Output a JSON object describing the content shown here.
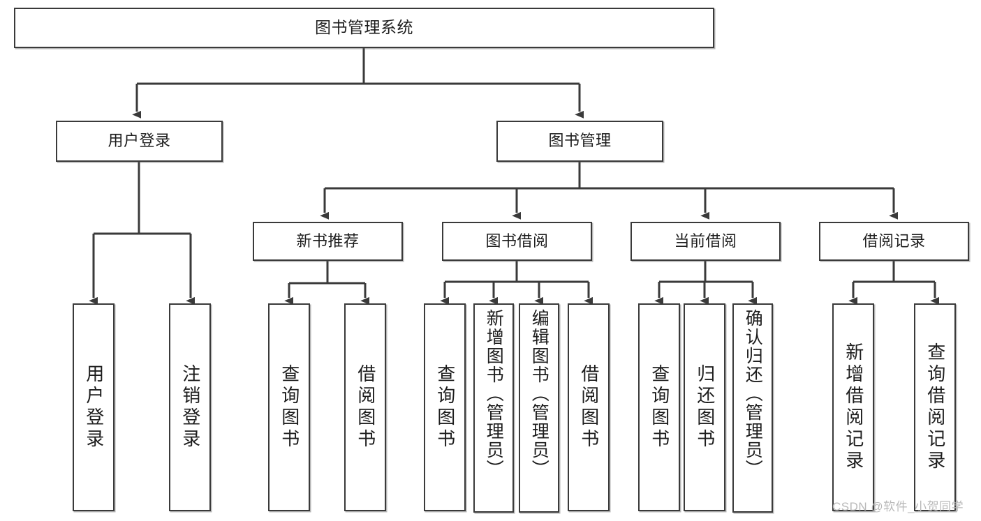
{
  "diagram": {
    "title": "图书管理系统",
    "watermark": "CSDN @软件_小贺同学",
    "stroke_color": "#3a3a3a",
    "background_color": "#ffffff",
    "text_color": "#1d1d1d",
    "watermark_color": "#b9b9b9"
  },
  "nodes": {
    "root": {
      "label": "图书管理系统"
    },
    "level1": [
      {
        "label": "用户登录"
      },
      {
        "label": "图书管理"
      }
    ],
    "level2": [
      {
        "label": "新书推荐"
      },
      {
        "label": "图书借阅"
      },
      {
        "label": "当前借阅"
      },
      {
        "label": "借阅记录"
      }
    ],
    "leaves": {
      "user_login": [
        {
          "label": "用户登录"
        },
        {
          "label": "注销登录"
        }
      ],
      "new_book": [
        {
          "label": "查询图书"
        },
        {
          "label": "借阅图书"
        }
      ],
      "book_borrow": [
        {
          "label": "查询图书"
        },
        {
          "label": "新增图书（管理员）"
        },
        {
          "label": "编辑图书（管理员）"
        },
        {
          "label": "借阅图书"
        }
      ],
      "current_borrow": [
        {
          "label": "查询图书"
        },
        {
          "label": "归还图书"
        },
        {
          "label": "确认归还（管理员）"
        }
      ],
      "borrow_record": [
        {
          "label": "新增借阅记录"
        },
        {
          "label": "查询借阅记录"
        }
      ]
    }
  }
}
